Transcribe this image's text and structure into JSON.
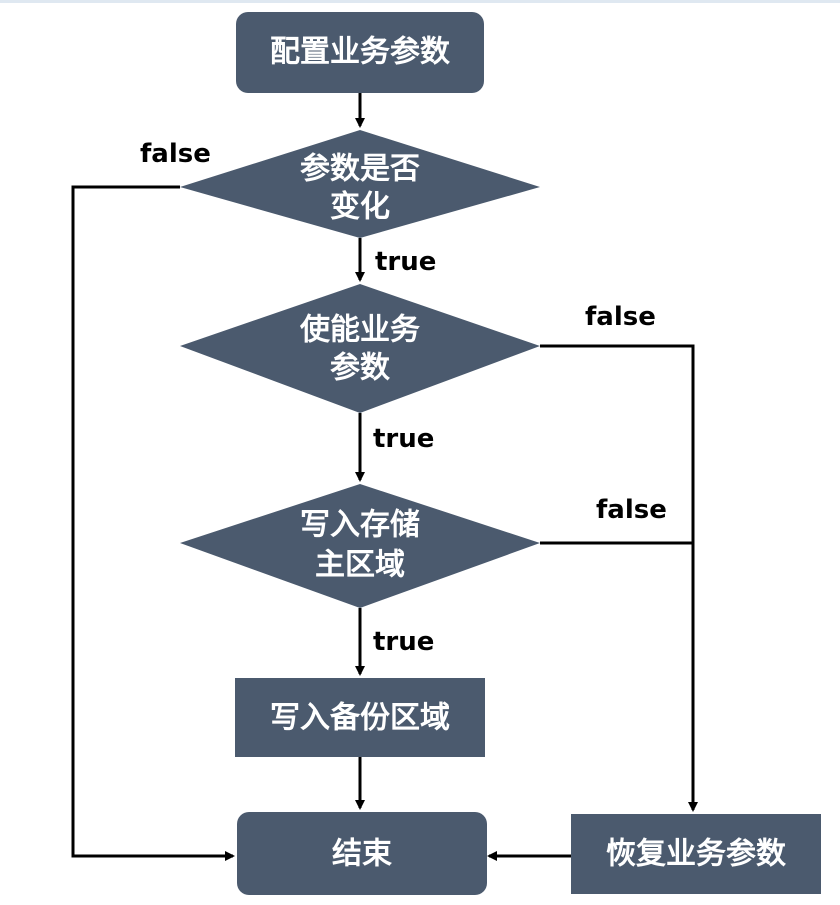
{
  "nodes": {
    "configure": "配置业务参数",
    "params_changed": [
      "参数是否",
      "变化"
    ],
    "enable_params": [
      "使能业务",
      "参数"
    ],
    "write_primary": [
      "写入存储",
      "主区域"
    ],
    "write_backup": "写入备份区域",
    "end": "结束",
    "restore": "恢复业务参数"
  },
  "edge_labels": {
    "changed_false": "false",
    "changed_true": "true",
    "enable_false": "false",
    "enable_true": "true",
    "primary_false": "false",
    "primary_true": "true"
  }
}
